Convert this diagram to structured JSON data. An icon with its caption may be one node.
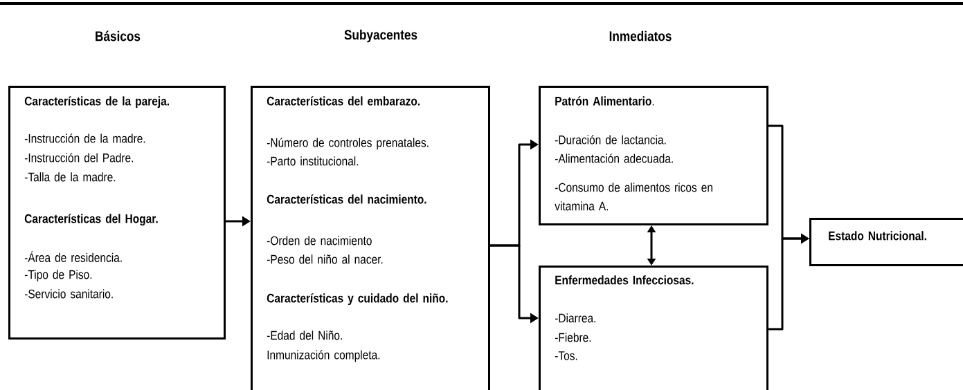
{
  "diagram": {
    "nodes": [
      {
        "text": [
          "Características de la pareja.",
          "-Instrucción de la madre.",
          "-Instrucción del Padre.",
          "-Talla de la madre.",
          "Características del Hogar.",
          "-Área de residencia.",
          "-Tipo de Piso.",
          "-Servicio sanitario."
        ]
      },
      {
        "text": [
          "Características del embarazo.",
          "-Número de controles prenatales.",
          "-Parto institucional.",
          "Características del nacimiento.",
          "-Orden de nacimiento",
          "-Peso del niño al nacer.",
          "Características y cuidado del niño.",
          "-Edad del Niño.",
          "Inmunización completa."
        ]
      },
      {
        "text": [
          "**Patrón Alimentario**.",
          "-Duración de lactancia.",
          "-Alimentación adecuada.",
          "-Consumo de alimentos ricos en vitamina A."
        ]
      },
      {
        "text": [
          "Enfermedades Infecciosas.",
          "-Diarrea.",
          "-Fiebre.",
          "-Tos."
        ]
      },
      {
        "text": [
          "Estado Nutricional."
        ]
      }
    ],
    "edges": [
      {
        "from": 0,
        "to": 1,
        "arrow": "to"
      },
      {
        "from": 1,
        "to": 2,
        "arrow": "to"
      },
      {
        "from": 1,
        "to": 3,
        "arrow": "to"
      },
      {
        "from": 2,
        "to": 3,
        "arrow": "both"
      },
      {
        "from": 2,
        "to": 4,
        "arrow": "to"
      },
      {
        "from": 3,
        "to": 4,
        "arrow": "to"
      }
    ],
    "labels": [
      "Básicos",
      "Subyacentes",
      "Inmediatos"
    ]
  }
}
